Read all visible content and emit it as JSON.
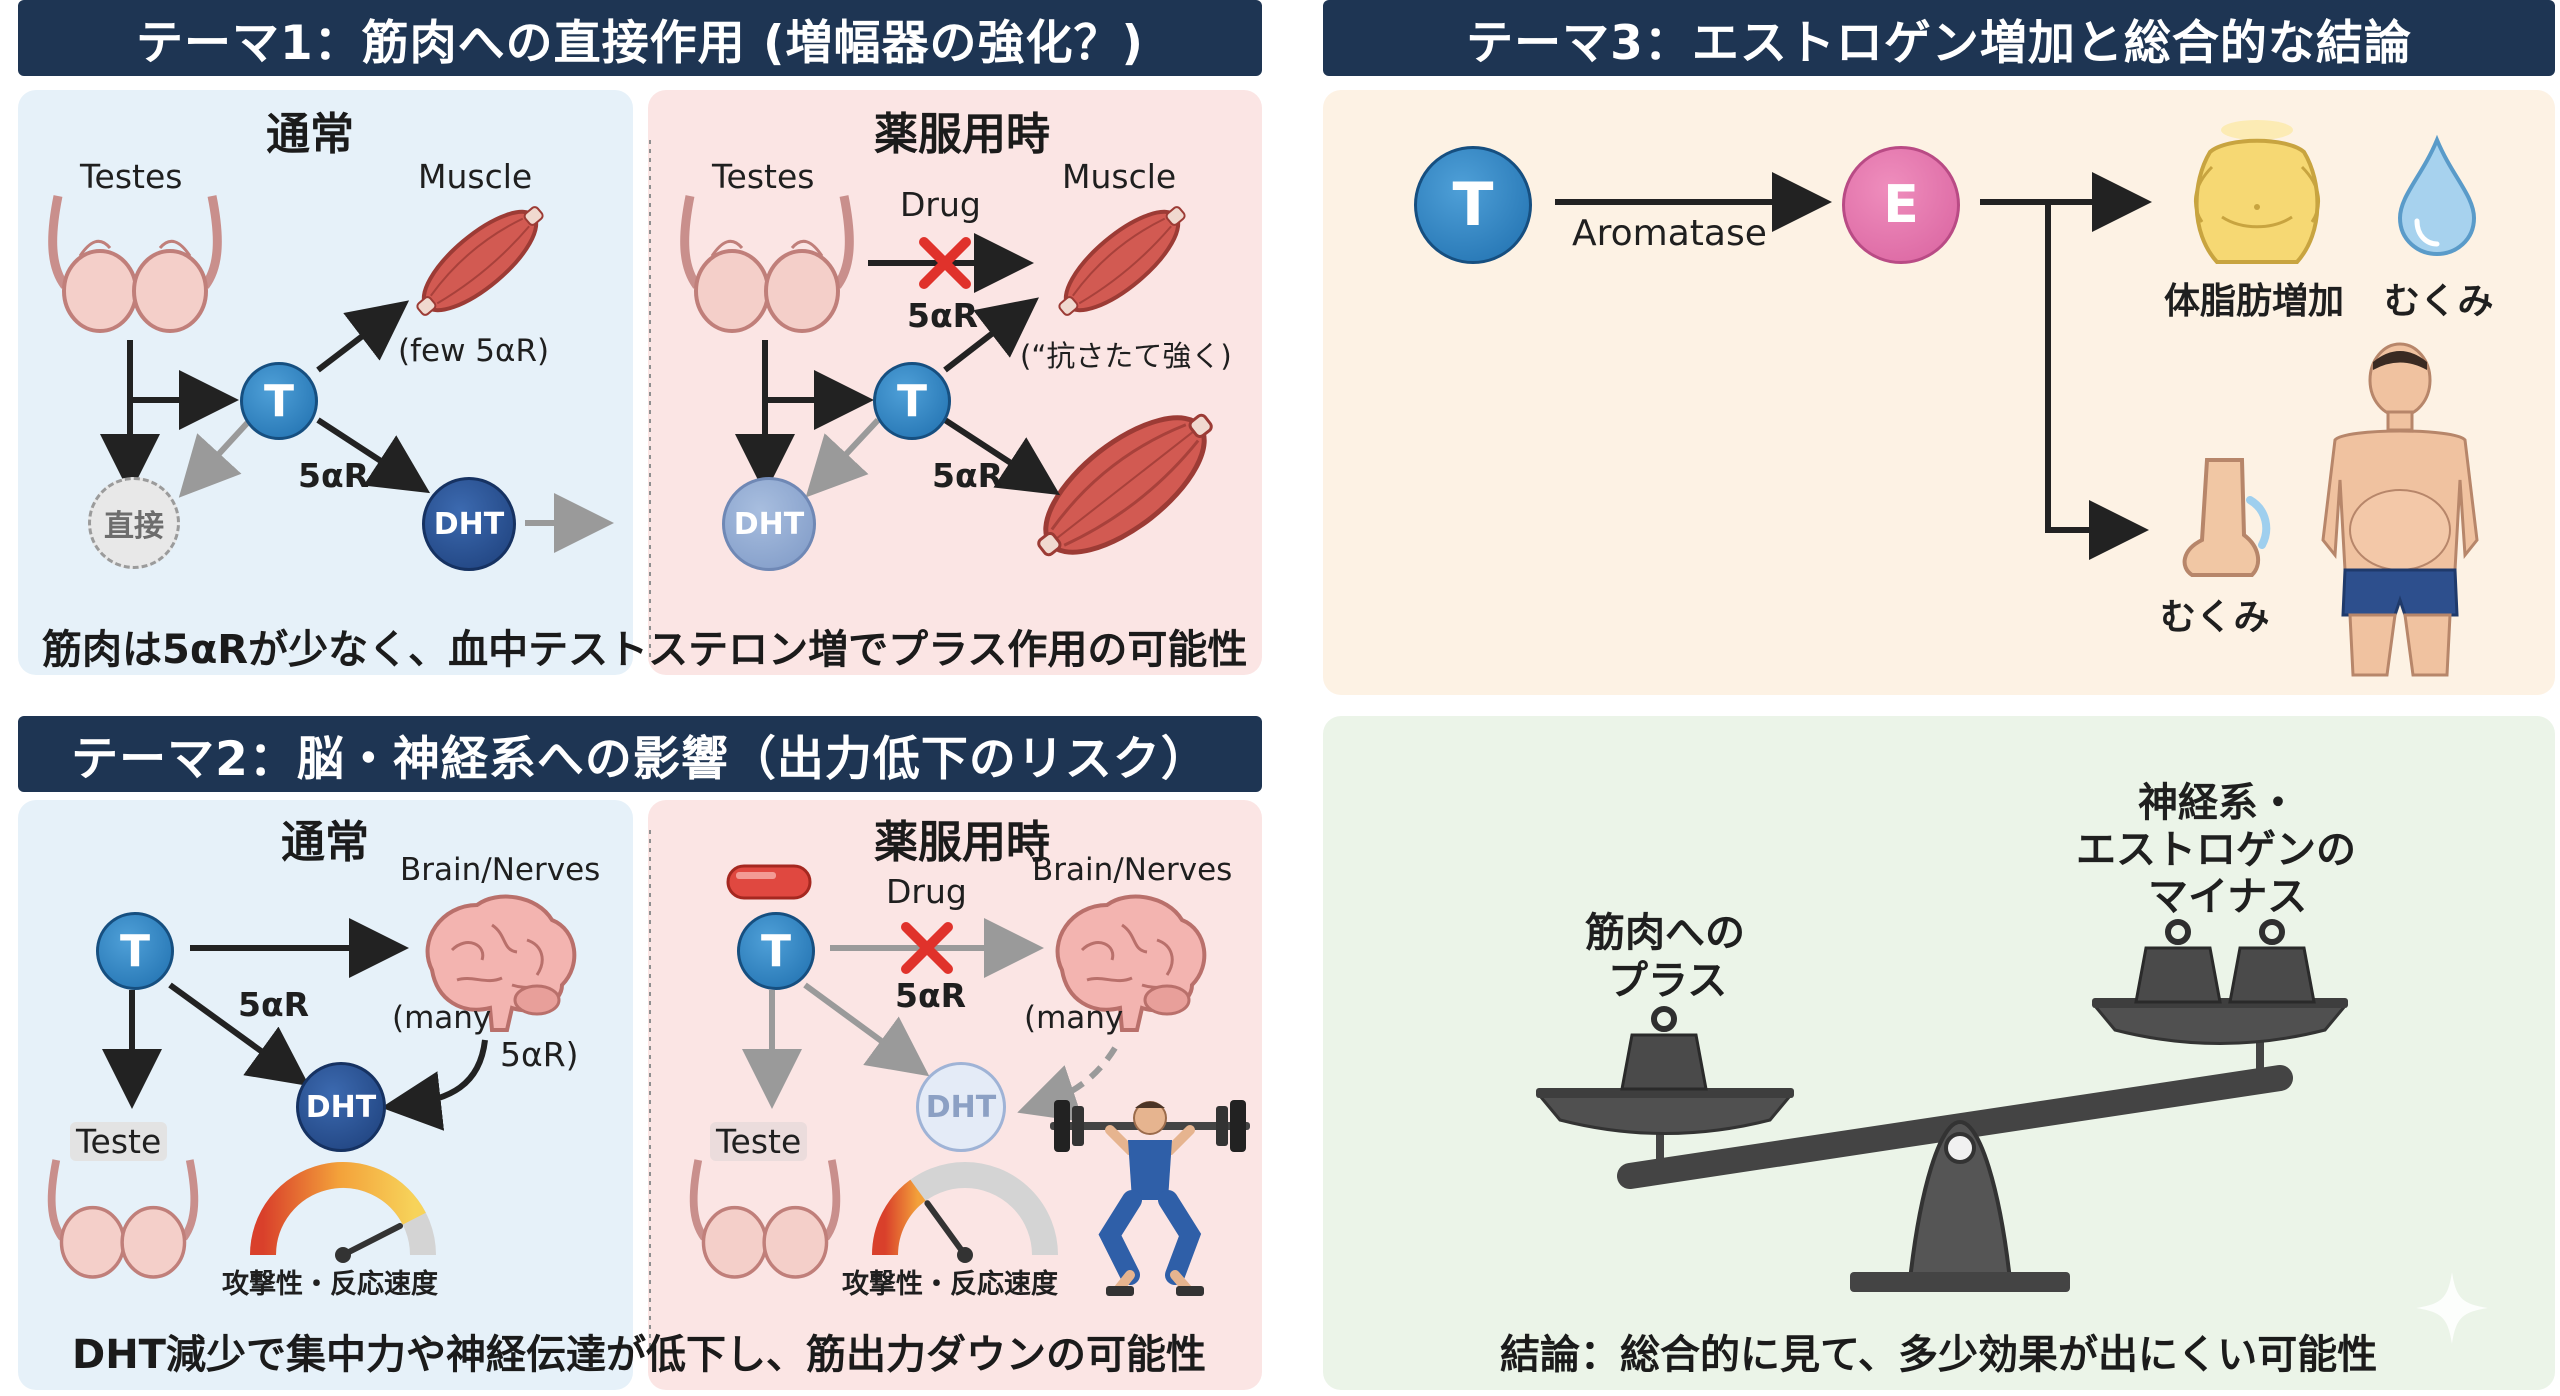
{
  "theme1": {
    "title": "テーマ1：筋肉への直接作用 (増幅器の強化？)",
    "left": {
      "heading": "通常",
      "testes_label": "Testes",
      "muscle_label": "Muscle",
      "muscle_note": "(few 5αR)",
      "t_node": "T",
      "enzyme_label": "5αR",
      "dht_node": "DHT",
      "direct_node": "直接"
    },
    "right": {
      "heading": "薬服用時",
      "testes_label": "Testes",
      "muscle_label": "Muscle",
      "drug_label": "Drug",
      "enzyme_top_label": "5αR",
      "muscle_note": "(“抗さたて強く)",
      "t_node": "T",
      "enzyme_label": "5αR",
      "dht_node": "DHT"
    },
    "caption": "筋肉は5αRが少なく、血中テストステロン増でプラス作用の可能性"
  },
  "theme2": {
    "title": "テーマ2：脳・神経系への影響（出力低下のリスク）",
    "left": {
      "heading": "通常",
      "brain_label": "Brain/Nerves",
      "many_label": "(many",
      "many_label2": "5αR)",
      "t_node": "T",
      "enzyme_label": "5αR",
      "dht_node": "DHT",
      "teste_label": "Teste",
      "gauge_label": "攻撃性・反応速度"
    },
    "right": {
      "heading": "薬服用時",
      "brain_label": "Brain/Nerves",
      "drug_label": "Drug",
      "enzyme_label": "5αR",
      "many_label": "(many",
      "t_node": "T",
      "dht_node": "DHT",
      "teste_label": "Teste",
      "gauge_label": "攻撃性・反応速度"
    },
    "gauge_left_level": 0.85,
    "gauge_right_level": 0.3,
    "caption": "DHT減少で集中力や神経伝達が低下し、筋出力ダウンの可能性"
  },
  "theme3": {
    "title": "テーマ3：エストロゲン増加と総合的な結論",
    "t_node": "T",
    "aromatase_label": "Aromatase",
    "e_node": "E",
    "fat_label": "体脂肪増加",
    "edema_label_top": "むくみ",
    "edema_label_bottom": "むくみ"
  },
  "conclusion": {
    "plus_label_line1": "筋肉への",
    "plus_label_line2": "プラス",
    "minus_label_line1": "神経系・",
    "minus_label_line2": "エストロゲンの",
    "minus_label_line3": "マイナス",
    "caption": "結論：総合的に見て、多少効果が出にくい可能性"
  },
  "colors": {
    "title_bar": "#1e3553",
    "blue_panel": "#e6f1f9",
    "pink_panel": "#fbe5e4",
    "cream_panel": "#fdf2e4",
    "green_panel": "#ebf4e8",
    "t_node": "#2a7fc0",
    "dht_node": "#27508f",
    "e_node": "#e070aa",
    "muscle": "#c9504a",
    "drug_x": "#e0322b"
  },
  "icons": [
    "testes-icon",
    "muscle-icon",
    "brain-icon",
    "pill-icon",
    "gauge-icon",
    "weightlifter-icon",
    "body-fat-icon",
    "water-drop-icon",
    "foot-icon",
    "man-body-icon",
    "balance-scale-icon",
    "weight-icon",
    "cross-x-icon"
  ]
}
